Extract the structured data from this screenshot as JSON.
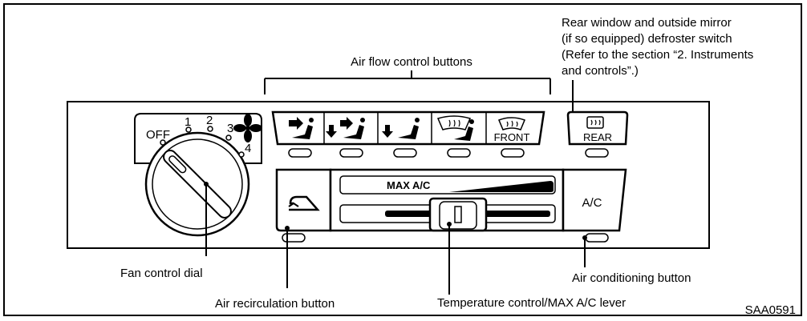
{
  "callouts": {
    "rear_defroster": [
      "Rear window and outside mirror",
      "(if so equipped) defroster switch",
      "(Refer to the section “2. Instruments",
      "and controls”.)"
    ],
    "air_flow": "Air flow control buttons",
    "fan_dial": "Fan control dial",
    "air_recirc": "Air recirculation button",
    "temp_lever": "Temperature control/MAX A/C lever",
    "ac_button": "Air conditioning button"
  },
  "fan_dial": {
    "positions": [
      "OFF",
      "1",
      "2",
      "3",
      "4"
    ],
    "icon": "fan-icon"
  },
  "panel": {
    "max_ac_label": "MAX A/C",
    "ac_label": "A/C",
    "front_label": "FRONT",
    "rear_label": "REAR"
  },
  "figure_id": "SAA0591"
}
